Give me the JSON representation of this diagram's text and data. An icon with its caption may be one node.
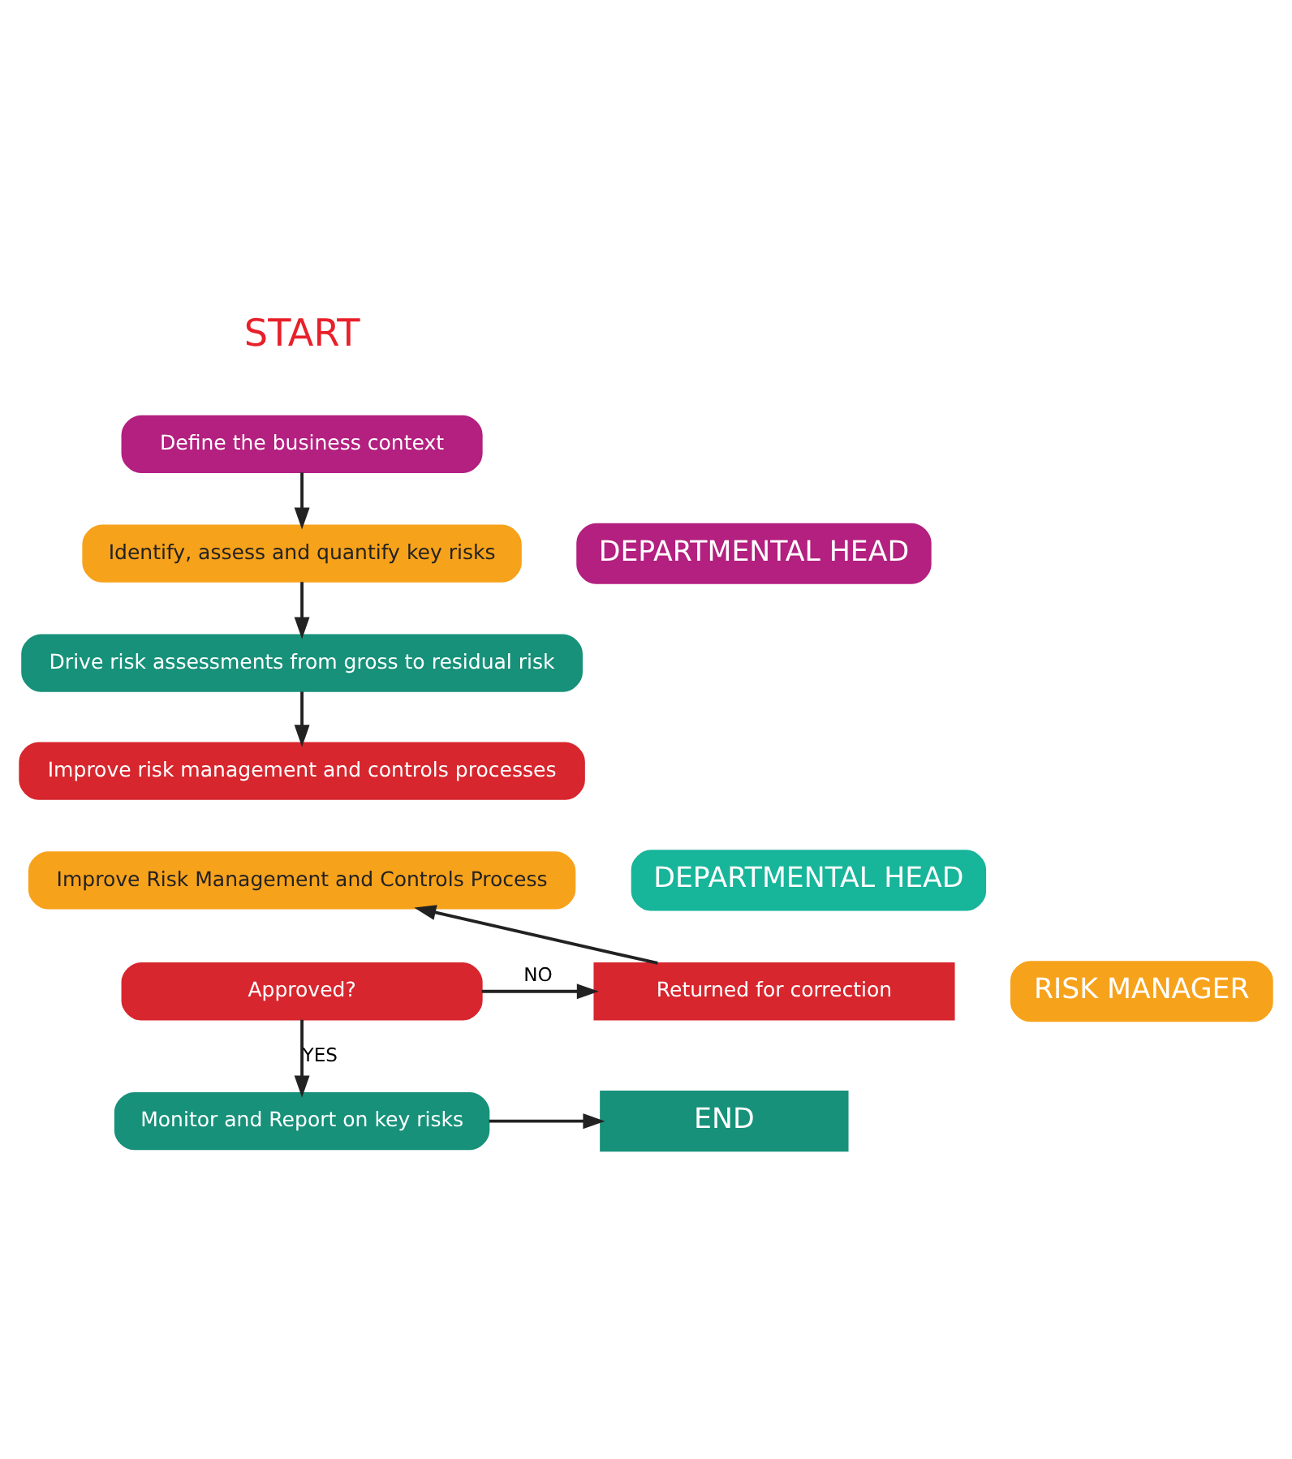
{
  "diagram": {
    "nodes": [
      {
        "text": [
          "Define the business context"
        ]
      },
      {
        "text": [
          "Identify, assess and quantify key risks"
        ]
      },
      {
        "text": [
          "Drive risk assessments from gross to residual risk"
        ]
      },
      {
        "text": [
          "Improve risk management and controls processes"
        ]
      },
      {
        "text": [
          "DEPARTMENTAL HEAD"
        ]
      },
      {
        "text": [
          "Improve Risk Management and Controls Process"
        ]
      },
      {
        "text": [
          "DEPARTMENTAL HEAD"
        ]
      },
      {
        "text": [
          "Approved?"
        ]
      },
      {
        "text": [
          "Returned for correction"
        ]
      },
      {
        "text": [
          "RISK MANAGER"
        ]
      },
      {
        "text": [
          "Monitor and Report on key risks"
        ]
      },
      {
        "text": [
          "END"
        ]
      }
    ],
    "edges": [
      {
        "from": 0,
        "to": 1,
        "arrow": "to"
      },
      {
        "from": 1,
        "to": 2,
        "arrow": "to"
      },
      {
        "from": 2,
        "to": 3,
        "arrow": "to"
      },
      {
        "from": 7,
        "to": 8,
        "label": "NO",
        "arrow": "to"
      },
      {
        "from": 8,
        "to": 5,
        "arrow": "to"
      },
      {
        "from": 7,
        "to": 10,
        "label": "YES",
        "arrow": "to"
      },
      {
        "from": 10,
        "to": 11,
        "arrow": "to"
      }
    ],
    "labels": [
      "START"
    ]
  }
}
